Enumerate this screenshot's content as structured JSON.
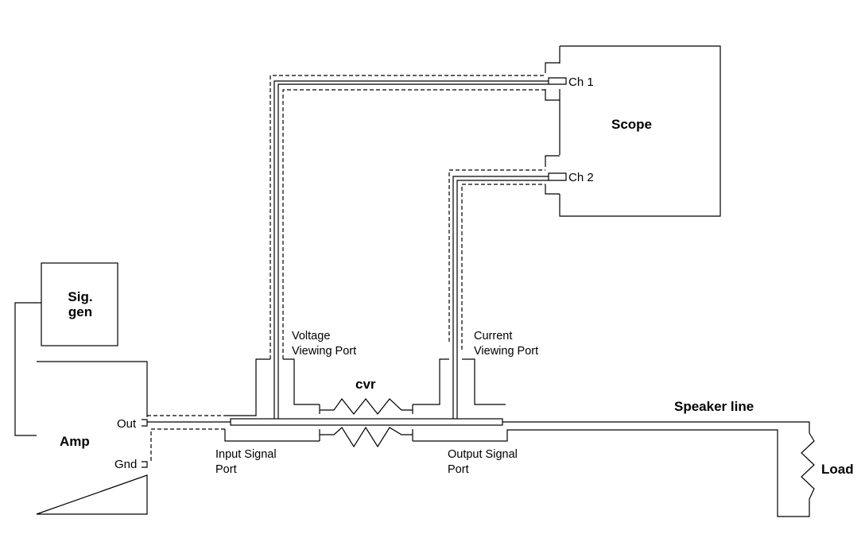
{
  "labels": {
    "scope": "Scope",
    "ch1": "Ch 1",
    "ch2": "Ch 2",
    "sig_gen": "Sig.\ngen",
    "amp": "Amp",
    "out": "Out",
    "gnd": "Gnd",
    "voltage_port": "Voltage\nViewing Port",
    "current_port": "Current\nViewing Port",
    "cvr": "cvr",
    "speaker_line": "Speaker line",
    "load": "Load",
    "input_port": "Input Signal\nPort",
    "output_port": "Output Signal\nPort"
  },
  "colors": {
    "line": "#000000",
    "background": "#ffffff"
  }
}
